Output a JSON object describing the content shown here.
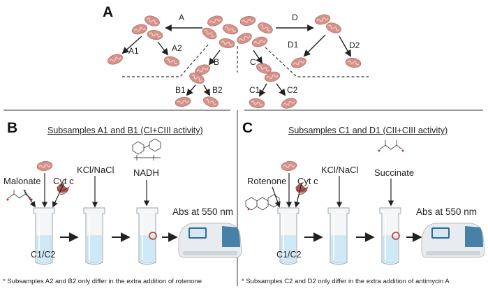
{
  "top": {
    "panel_letter": "A",
    "arrows": {
      "a": "A",
      "b": "B",
      "c": "C",
      "d": "D"
    },
    "subsamples": {
      "a1": "A1",
      "a2": "A2",
      "b1": "B1",
      "b2": "B2",
      "c1": "C1",
      "c2": "C2",
      "d1": "D1",
      "d2": "D2"
    }
  },
  "panel_b": {
    "letter": "B",
    "heading": "Subsamples A1 and B1 (CI+CIII activity)",
    "reagents": {
      "inhibitor": "Malonate",
      "cyt": "Cyt c",
      "salt": "KCl/NaCl",
      "substrate": "NADH"
    },
    "cuvette_label": "C1/C2",
    "readout": "Abs at 550 nm",
    "footnote": "* Subsamples A2 and B2 only differ in the extra addition of rotenone"
  },
  "panel_c": {
    "letter": "C",
    "heading": "Subsamples C1 and D1 (CII+CIII activity)",
    "reagents": {
      "inhibitor": "Rotenone",
      "cyt": "Cyt c",
      "salt": "KCl/NaCl",
      "substrate": "Succinate"
    },
    "cuvette_label": "C1/C2",
    "readout": "Abs at 550 nm",
    "footnote": "* Subsamples C2 and D2 only differ in the extra addition of antimycin A"
  },
  "colors": {
    "mitochondrion": "#d4928a",
    "mito_inner": "#f2d2cc",
    "liquid": "#cfe9f6",
    "indicator_ring": "#c0392b",
    "device_screen": "#2c6e9b"
  }
}
